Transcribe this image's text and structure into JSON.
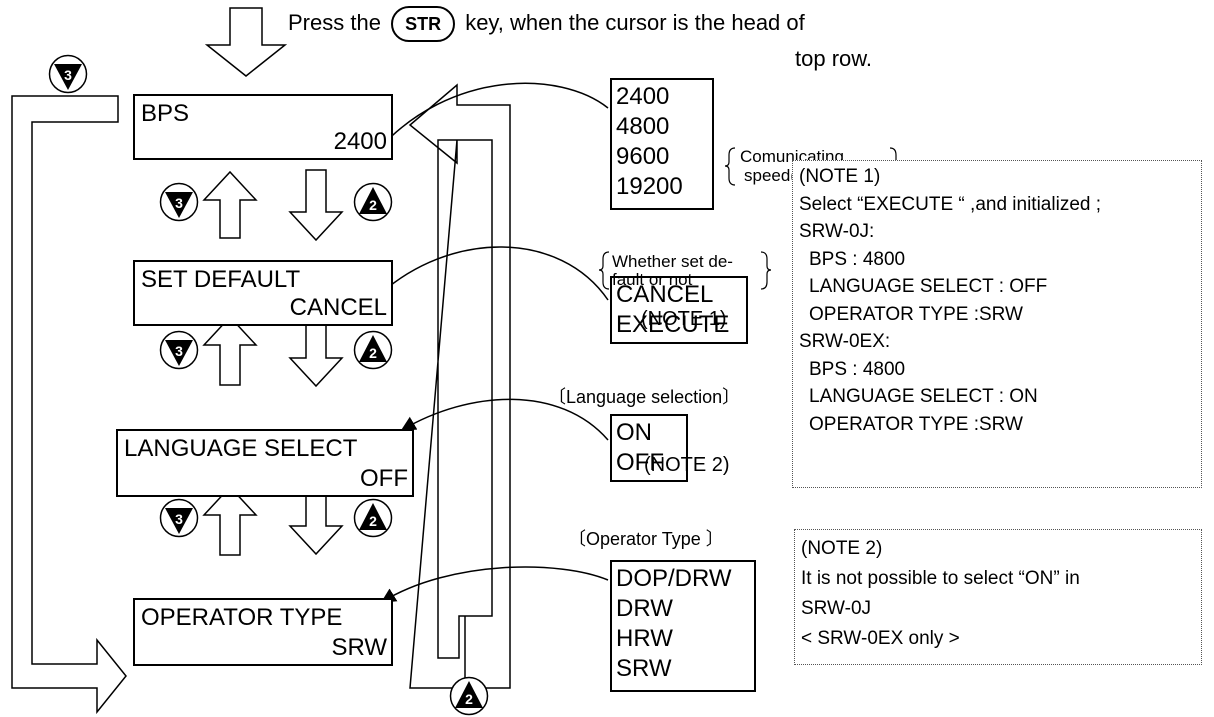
{
  "instruction": {
    "prefix": "Press the",
    "key": "STR",
    "suffix": "key, when the cursor is the head of",
    "line2": "top row."
  },
  "icons": {
    "down_button": "3",
    "up_button": "2"
  },
  "menus": [
    {
      "title": "BPS",
      "value": "2400"
    },
    {
      "title": "SET DEFAULT",
      "value": "CANCEL"
    },
    {
      "title": "LANGUAGE SELECT",
      "value": "OFF"
    },
    {
      "title": "OPERATOR TYPE",
      "value": "SRW"
    }
  ],
  "options": {
    "bps": [
      "2400",
      "4800",
      "9600",
      "19200"
    ],
    "default": [
      "CANCEL",
      "EXECUTE"
    ],
    "language": [
      "ON",
      "OFF"
    ],
    "operator": [
      "DOP/DRW",
      "DRW",
      "HRW",
      "SRW"
    ]
  },
  "labels": {
    "bps_line1": "Comunicating",
    "bps_line2": "speed(bps)",
    "default_line1": "Whether set de-",
    "default_line2": "fault or not",
    "default_note": "(NOTE 1)",
    "language": "〔Language selection〕",
    "language_note": "(NOTE 2)",
    "operator": "〔Operator Type 〕"
  },
  "note1": {
    "lines": [
      "(NOTE 1)",
      "Select “EXECUTE “ ,and initialized ;",
      "SRW-0J:",
      "  BPS : 4800",
      "  LANGUAGE SELECT : OFF",
      "  OPERATOR TYPE :SRW",
      "SRW-0EX:",
      "  BPS : 4800",
      "  LANGUAGE SELECT : ON",
      "  OPERATOR TYPE :SRW"
    ]
  },
  "note2": {
    "lines": [
      "(NOTE 2)",
      "It is not possible to select “ON” in",
      "SRW-0J",
      "< SRW-0EX only >"
    ]
  }
}
